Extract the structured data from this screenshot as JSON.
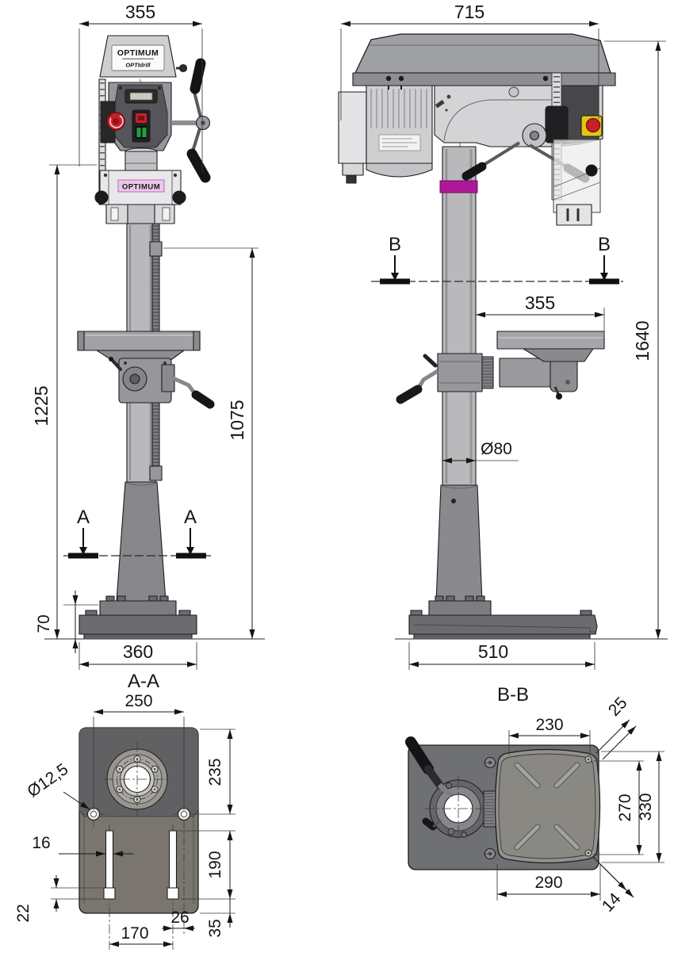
{
  "front_view": {
    "section_label": "A",
    "title": "A-A",
    "dims": {
      "width": "355",
      "total_height": "1225",
      "column_height": "1075",
      "base_height": "70",
      "base_width": "360"
    },
    "branding": {
      "cover_logo": "OPTIMUM",
      "cover_model": "OPTIdrill",
      "guard_label": "OPTIMUM"
    }
  },
  "side_view": {
    "section_label": "B",
    "title": "B-B",
    "dims": {
      "depth": "715",
      "total_height": "1640",
      "table_reach": "355",
      "column_diameter": "Ø80",
      "base_depth": "510"
    }
  },
  "section_aa": {
    "title": "A-A",
    "dims": {
      "bolt_spacing_width": "250",
      "bolt_spacing_depth": "235",
      "bolt_hole_diameter": "Ø12,5",
      "slot_width": "16",
      "slot_end_offset": "22",
      "slot_length": "190",
      "slot_center_distance": "170",
      "slot_to_hole": "26",
      "edge_margin": "35"
    }
  },
  "section_bb": {
    "title": "B-B",
    "dims": {
      "table_width_top": "230",
      "corner_chamfer_top": "25",
      "mount_spacing": "270",
      "table_depth": "330",
      "table_width_bottom": "290",
      "corner_chamfer_bottom": "14"
    }
  },
  "colors": {
    "magenta_accent": "#ad189b",
    "magenta_label_bg": "#ecc8e8",
    "estop_red": "#c8202a",
    "start_green": "#1ea33a",
    "warning_yellow": "#e3c414"
  }
}
